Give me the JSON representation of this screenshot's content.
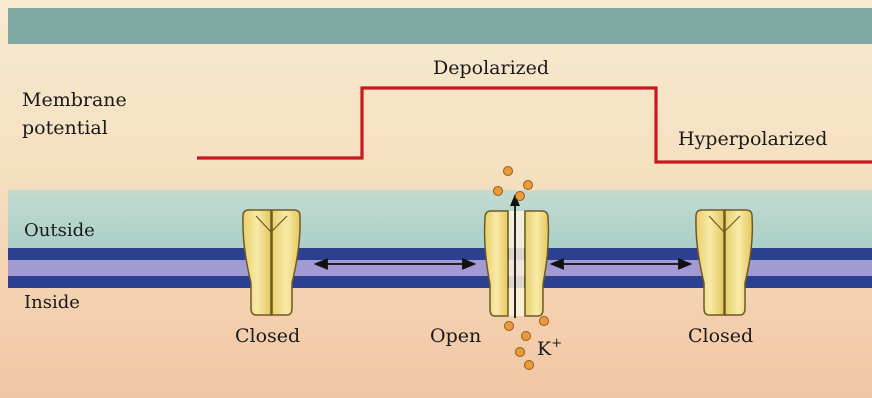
{
  "membrane_potential_label_line1": "Membrane",
  "membrane_potential_label_line2": "potential",
  "states": {
    "depolarized": "Depolarized",
    "hyperpolarized": "Hyperpolarized"
  },
  "regions": {
    "outside": "Outside",
    "inside": "Inside"
  },
  "channels": [
    {
      "label": "Closed"
    },
    {
      "label": "Open"
    },
    {
      "label": "Closed"
    }
  ],
  "ion": {
    "symbol": "K",
    "charge": "+"
  },
  "colors": {
    "background_top": "#f5e4bf",
    "background_bottom": "#f3c9a8",
    "header_bar": "#7faaa2",
    "outside_band": "#b6d4ca",
    "membrane_dark": "#2c3f90",
    "membrane_light": "#a29bd3",
    "potential_trace": "#c8191e",
    "channel_fill": "#f1dd8a",
    "ion": "#e99a3a"
  }
}
